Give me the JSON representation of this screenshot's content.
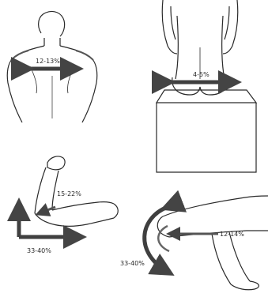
{
  "panels": {
    "shoulders": {
      "measurement": "12-13%"
    },
    "hips": {
      "measurement": "4-5%"
    },
    "elbow": {
      "measurement": "15-22%",
      "lower_measurement": "33-40%"
    },
    "knee": {
      "measurement": "12-14%",
      "lower_measurement": "33-40%"
    }
  },
  "colors": {
    "line": "#2a2a2a",
    "arrow": "#4a4a4a",
    "background": "#ffffff"
  }
}
